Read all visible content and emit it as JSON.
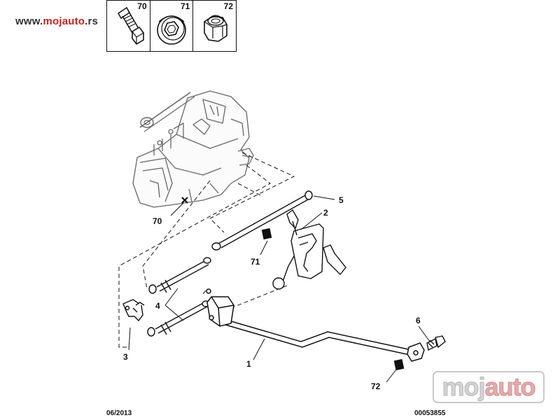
{
  "header": {
    "url_prefix": "www.",
    "url_brand": "mojauto",
    "url_suffix": ".rs"
  },
  "parts_box": {
    "items": [
      {
        "number": "70",
        "icon": "bolt-icon"
      },
      {
        "number": "71",
        "icon": "grommet-icon"
      },
      {
        "number": "72",
        "icon": "nut-icon"
      }
    ]
  },
  "callouts": {
    "c70": "70",
    "c5": "5",
    "c2": "2",
    "c71": "71",
    "c4": "4",
    "c3": "3",
    "c1": "1",
    "c6": "6",
    "c72": "72"
  },
  "footer": {
    "date": "06/2013",
    "code": "00053855"
  },
  "watermark": {
    "part_a": "moj",
    "part_b": "auto"
  },
  "colors": {
    "line": "#111111",
    "gearbox_line": "#666666",
    "brand_red": "#cc1f1f"
  }
}
